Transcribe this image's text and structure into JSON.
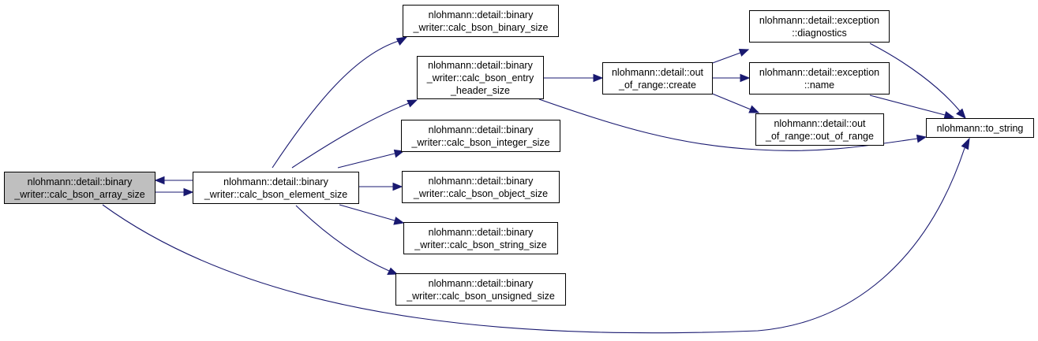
{
  "colors": {
    "edge": "#191970",
    "node_border": "#000000",
    "root_fill": "#bfbfbf"
  },
  "nodes": {
    "array_size": {
      "line1": "nlohmann::detail::binary",
      "line2": "_writer::calc_bson_array_size"
    },
    "element_size": {
      "line1": "nlohmann::detail::binary",
      "line2": "_writer::calc_bson_element_size"
    },
    "binary_size": {
      "line1": "nlohmann::detail::binary",
      "line2": "_writer::calc_bson_binary_size"
    },
    "entry_header_size": {
      "line1": "nlohmann::detail::binary",
      "line2": "_writer::calc_bson_entry",
      "line3": "_header_size"
    },
    "integer_size": {
      "line1": "nlohmann::detail::binary",
      "line2": "_writer::calc_bson_integer_size"
    },
    "object_size": {
      "line1": "nlohmann::detail::binary",
      "line2": "_writer::calc_bson_object_size"
    },
    "string_size": {
      "line1": "nlohmann::detail::binary",
      "line2": "_writer::calc_bson_string_size"
    },
    "unsigned_size": {
      "line1": "nlohmann::detail::binary",
      "line2": "_writer::calc_bson_unsigned_size"
    },
    "out_of_range_create": {
      "line1": "nlohmann::detail::out",
      "line2": "_of_range::create"
    },
    "exception_diagnostics": {
      "line1": "nlohmann::detail::exception",
      "line2": "::diagnostics"
    },
    "exception_name": {
      "line1": "nlohmann::detail::exception",
      "line2": "::name"
    },
    "out_of_range_ctor": {
      "line1": "nlohmann::detail::out",
      "line2": "_of_range::out_of_range"
    },
    "to_string": {
      "line1": "nlohmann::to_string"
    }
  },
  "edges": [
    {
      "from": "array_size",
      "to": "element_size"
    },
    {
      "from": "element_size",
      "to": "array_size"
    },
    {
      "from": "array_size",
      "to": "to_string"
    },
    {
      "from": "element_size",
      "to": "binary_size"
    },
    {
      "from": "element_size",
      "to": "entry_header_size"
    },
    {
      "from": "element_size",
      "to": "integer_size"
    },
    {
      "from": "element_size",
      "to": "object_size"
    },
    {
      "from": "element_size",
      "to": "string_size"
    },
    {
      "from": "element_size",
      "to": "unsigned_size"
    },
    {
      "from": "entry_header_size",
      "to": "out_of_range_create"
    },
    {
      "from": "entry_header_size",
      "to": "to_string"
    },
    {
      "from": "out_of_range_create",
      "to": "exception_diagnostics"
    },
    {
      "from": "out_of_range_create",
      "to": "exception_name"
    },
    {
      "from": "out_of_range_create",
      "to": "out_of_range_ctor"
    },
    {
      "from": "exception_diagnostics",
      "to": "to_string"
    },
    {
      "from": "exception_name",
      "to": "to_string"
    }
  ]
}
